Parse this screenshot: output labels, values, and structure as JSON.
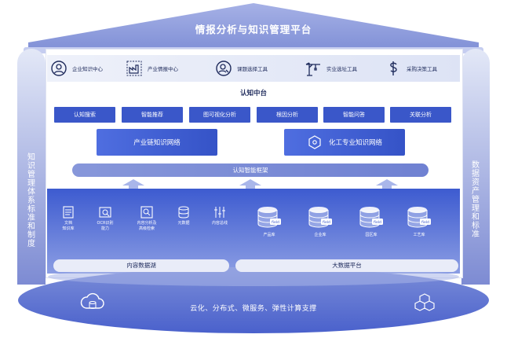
{
  "title": "情报分析与知识管理平台",
  "left_pillar": "知识管理体系标准和制度",
  "right_pillar": "数据资产管理和标准",
  "tools": [
    {
      "label": "企业知识中心",
      "icon": "user-circle-icon"
    },
    {
      "label": "产业情报中心",
      "icon": "factory-icon"
    },
    {
      "label": "课题选择工具",
      "icon": "user-search-icon"
    },
    {
      "label": "实业选址工具",
      "icon": "crane-icon"
    },
    {
      "label": "采购决策工具",
      "icon": "dollar-icon"
    }
  ],
  "center": {
    "title": "认知中台",
    "services": [
      "认知搜索",
      "智能推荐",
      "图可视化分析",
      "根因分析",
      "智能问答",
      "关联分析"
    ],
    "networks": [
      "产业链知识网络",
      "化工专业知识网络"
    ],
    "framework": "认知智能框架"
  },
  "sources": [
    {
      "label": "文档\n知识库",
      "icon": "document-icon"
    },
    {
      "label": "OCR识别\n能力",
      "icon": "ocr-icon"
    },
    {
      "label": "内容分析及\n高级检索",
      "icon": "search-doc-icon"
    },
    {
      "label": "元数据",
      "icon": "database-icon"
    },
    {
      "label": "内容总线",
      "icon": "bus-icon"
    }
  ],
  "databases": [
    {
      "label": "产品库",
      "badge": "field"
    },
    {
      "label": "企业库",
      "badge": "field"
    },
    {
      "label": "园区库",
      "badge": "field"
    },
    {
      "label": "工艺库",
      "badge": "field"
    }
  ],
  "lakes": [
    "内容数据湖",
    "大数据平台"
  ],
  "base": "云化、分布式、微服务、弹性计算支撑",
  "colors": {
    "primary": "#3a57c9",
    "roof": "#8a98db",
    "base": "#5a6fd0",
    "light": "#e9ecf8"
  }
}
